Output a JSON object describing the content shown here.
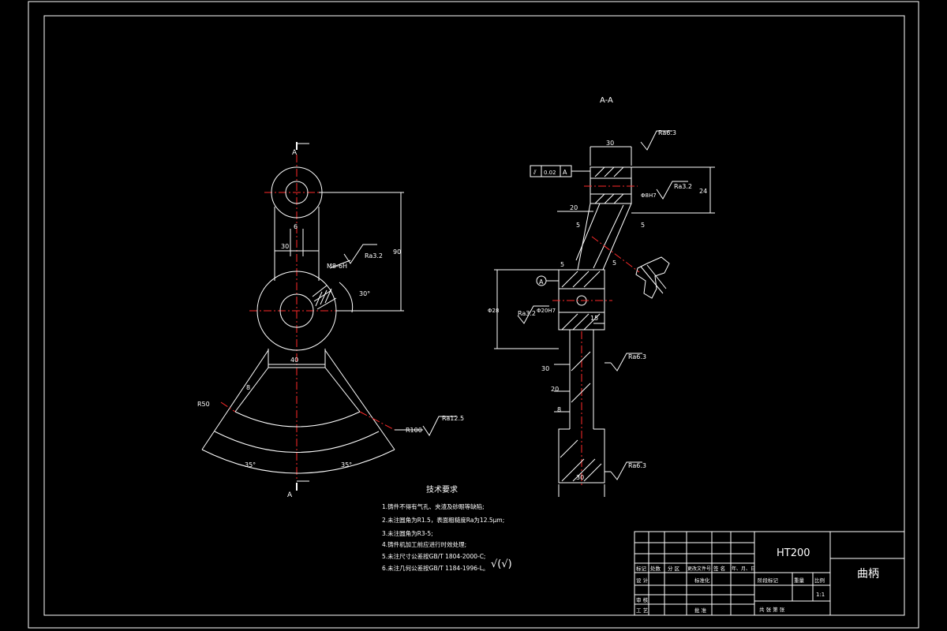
{
  "drawing": {
    "section_label": "A-A",
    "section_marks": [
      "A",
      "A"
    ],
    "datum_label": "A"
  },
  "front_view": {
    "dims": {
      "d6": "6",
      "d30": "30",
      "d40": "40",
      "d8": "8",
      "r50": "R50",
      "r100": "R100",
      "m8": "M8-6H",
      "angle30": "30°",
      "angle35_left": "35°",
      "angle35_right": "35°",
      "vertical": "90"
    },
    "roughness": [
      "Ra3.2",
      "Ra12.5"
    ]
  },
  "section_view": {
    "dims": {
      "top_width": "30",
      "top_height": "24",
      "bore_top": "Φ8H7",
      "offset": "20",
      "d5a": "5",
      "d5b": "5",
      "d5c": "5",
      "d5d": "5",
      "mid_height": "Φ28",
      "bore_mid": "Φ20H7",
      "d15": "15",
      "d30a": "30",
      "d20": "20",
      "d8": "8",
      "bottom_width": "30"
    },
    "roughness": [
      "Ra6.3",
      "Ra3.2",
      "Ra3.2",
      "Ra6.3",
      "Ra6.3"
    ],
    "tolerance": {
      "symbol": "⫽",
      "value": "0.02",
      "datum": "A"
    }
  },
  "tech_req": {
    "title": "技术要求",
    "items": [
      "1.铸件不得有气孔、夹渣及砂眼等缺陷;",
      "2.未注圆角为R1.5，表面粗糙度Ra为12.5μm;",
      "3.未注圆角为R3-5;",
      "4.铸件机加工前应进行时效处理;",
      "5.未注尺寸公差按GB/T 1804-2000-C;",
      "6.未注几何公差按GB/T 1184-1996-L。"
    ],
    "general_roughness": "√(√)"
  },
  "title_block": {
    "material": "HT200",
    "part_name": "曲柄",
    "scale": "1:1",
    "labels": {
      "mark": "标记",
      "count": "处数",
      "zone": "分 区",
      "doc": "更改文件号",
      "sign": "签 名",
      "date": "年、月、日",
      "design": "设 计",
      "standard": "标准化",
      "stage": "阶段标记",
      "weight": "重量",
      "ratio": "比例",
      "review": "审 核",
      "craft": "工 艺",
      "approve": "批 准",
      "sheets": "共   张  第   张"
    }
  }
}
